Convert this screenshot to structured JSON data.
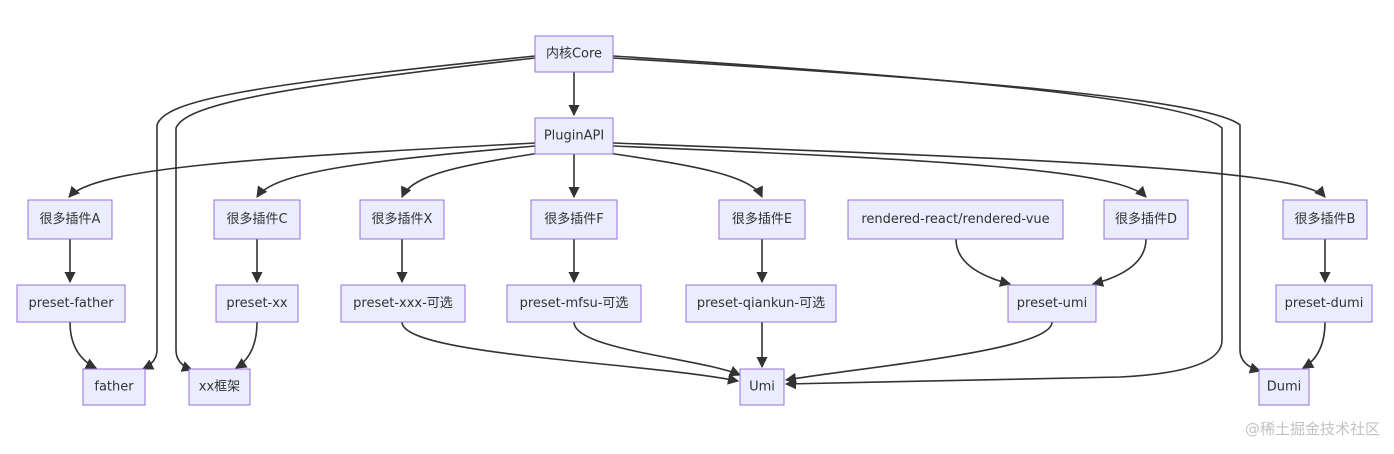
{
  "nodes": {
    "core": "内核Core",
    "pluginapi": "PluginAPI",
    "pluginA": "很多插件A",
    "pluginC": "很多插件C",
    "pluginX": "很多插件X",
    "pluginF": "很多插件F",
    "pluginE": "很多插件E",
    "rendered": "rendered-react/rendered-vue",
    "pluginD": "很多插件D",
    "pluginB": "很多插件B",
    "presetFather": "preset-father",
    "presetXx": "preset-xx",
    "presetXxx": "preset-xxx-可选",
    "presetMfsu": "preset-mfsu-可选",
    "presetQiankun": "preset-qiankun-可选",
    "presetUmi": "preset-umi",
    "presetDumi": "preset-dumi",
    "father": "father",
    "xx": "xx框架",
    "umi": "Umi",
    "dumi": "Dumi"
  },
  "edges": [
    {
      "from": "core",
      "to": "pluginapi"
    },
    {
      "from": "core",
      "to": "father"
    },
    {
      "from": "core",
      "to": "xx"
    },
    {
      "from": "core",
      "to": "umi"
    },
    {
      "from": "core",
      "to": "dumi"
    },
    {
      "from": "pluginapi",
      "to": "pluginA"
    },
    {
      "from": "pluginapi",
      "to": "pluginC"
    },
    {
      "from": "pluginapi",
      "to": "pluginX"
    },
    {
      "from": "pluginapi",
      "to": "pluginF"
    },
    {
      "from": "pluginapi",
      "to": "pluginE"
    },
    {
      "from": "pluginapi",
      "to": "pluginD"
    },
    {
      "from": "pluginapi",
      "to": "pluginB"
    },
    {
      "from": "pluginA",
      "to": "presetFather"
    },
    {
      "from": "pluginC",
      "to": "presetXx"
    },
    {
      "from": "pluginX",
      "to": "presetXxx"
    },
    {
      "from": "pluginF",
      "to": "presetMfsu"
    },
    {
      "from": "pluginE",
      "to": "presetQiankun"
    },
    {
      "from": "rendered",
      "to": "presetUmi"
    },
    {
      "from": "pluginD",
      "to": "presetUmi"
    },
    {
      "from": "pluginB",
      "to": "presetDumi"
    },
    {
      "from": "presetFather",
      "to": "father"
    },
    {
      "from": "presetXx",
      "to": "xx"
    },
    {
      "from": "presetXxx",
      "to": "umi"
    },
    {
      "from": "presetMfsu",
      "to": "umi"
    },
    {
      "from": "presetQiankun",
      "to": "umi"
    },
    {
      "from": "presetUmi",
      "to": "umi"
    },
    {
      "from": "presetDumi",
      "to": "dumi"
    }
  ],
  "watermark": "@稀土掘金技术社区",
  "colors": {
    "node_fill": "#ECECFF",
    "node_stroke": "#9370DB",
    "edge": "#333333"
  }
}
